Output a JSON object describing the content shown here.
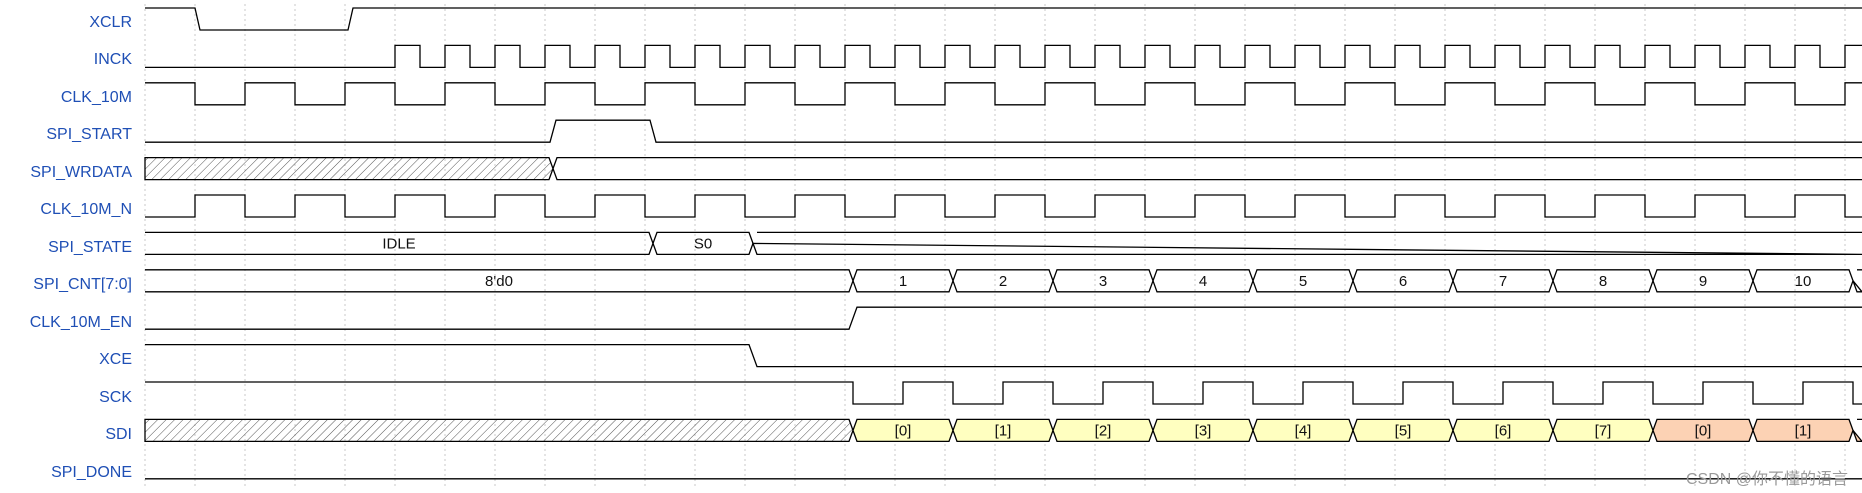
{
  "diagram": {
    "colors": {
      "label": "#1f4fb5",
      "wave": "#000000",
      "grid": "#c8c8c8",
      "data_yellow": "#ffffc0",
      "data_orange": "#fcd2b4",
      "hatch": "#555555"
    },
    "signals": [
      {
        "label": "XCLR"
      },
      {
        "label": "INCK"
      },
      {
        "label": "CLK_10M"
      },
      {
        "label": "SPI_START"
      },
      {
        "label": "SPI_WRDATA"
      },
      {
        "label": "CLK_10M_N"
      },
      {
        "label": "SPI_STATE",
        "segments": [
          "IDLE",
          "S0"
        ]
      },
      {
        "label": "SPI_CNT[7:0]",
        "segments": [
          "8'd0",
          "1",
          "2",
          "3",
          "4",
          "5",
          "6",
          "7",
          "8",
          "9",
          "10"
        ]
      },
      {
        "label": "CLK_10M_EN"
      },
      {
        "label": "XCE"
      },
      {
        "label": "SCK"
      },
      {
        "label": "SDI",
        "segments": [
          "[0]",
          "[1]",
          "[2]",
          "[3]",
          "[4]",
          "[5]",
          "[6]",
          "[7]",
          "[0]",
          "[1]"
        ]
      },
      {
        "label": "SPI_DONE"
      }
    ]
  },
  "watermark": "CSDN @你不懂的语言"
}
